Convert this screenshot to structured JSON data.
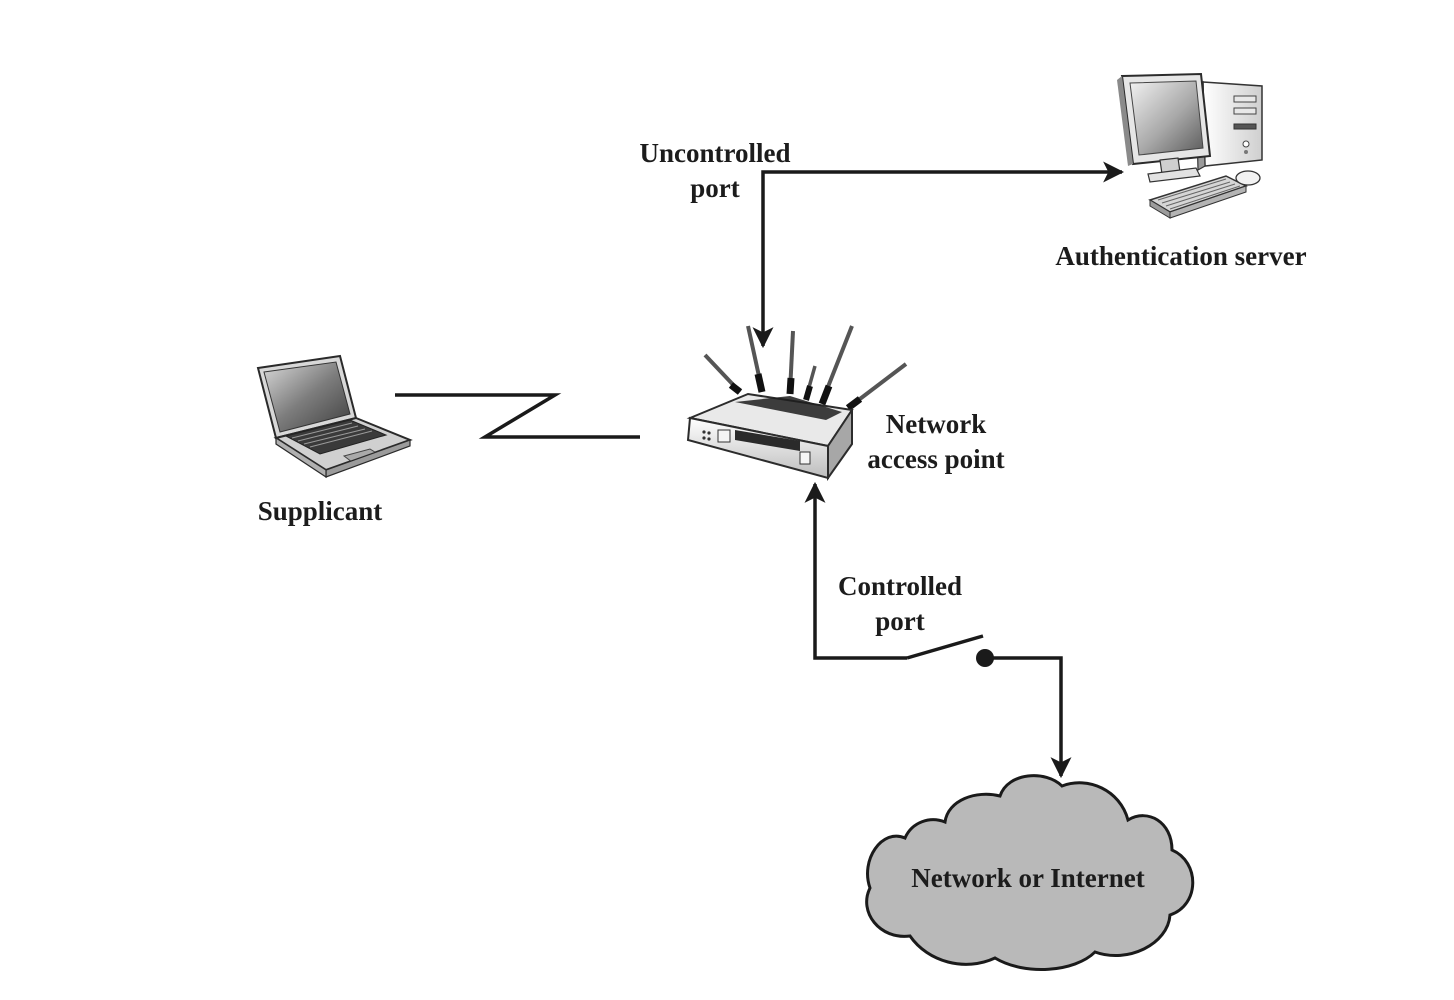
{
  "labels": {
    "uncontrolled_port_line1": "Uncontrolled",
    "uncontrolled_port_line2": "port",
    "authentication_server": "Authentication server",
    "supplicant": "Supplicant",
    "network_access_point_line1": "Network",
    "network_access_point_line2": "access point",
    "controlled_port_line1": "Controlled",
    "controlled_port_line2": "port",
    "network_or_internet": "Network or Internet"
  },
  "icons": {
    "server": "desktop-computer-icon",
    "supplicant": "laptop-icon",
    "access_point": "wireless-router-icon",
    "network": "cloud-icon"
  },
  "colors": {
    "line": "#1a1a1a",
    "cloud_fill": "#b9b9b9",
    "text": "#1c1c1c"
  }
}
